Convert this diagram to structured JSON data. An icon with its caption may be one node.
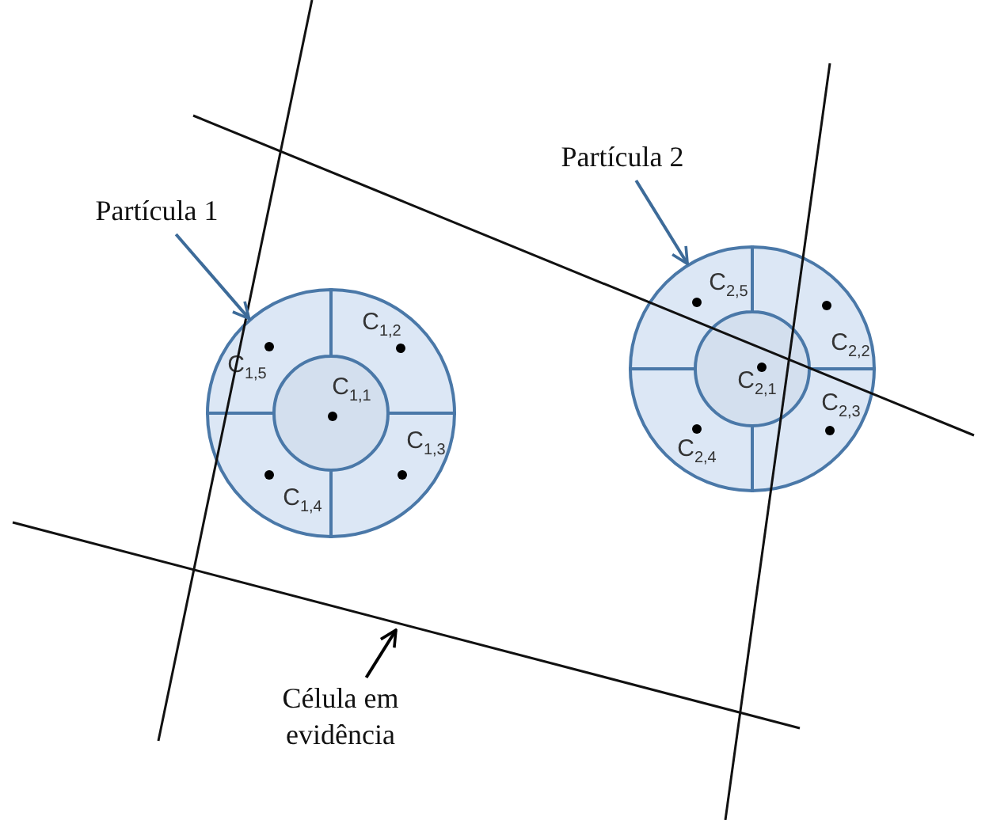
{
  "diagram": {
    "nodes": [
      {
        "text": [
          "Partícula 1"
        ]
      },
      {
        "text": [],
        "shape": "circle"
      },
      {
        "text": [
          "C$_{1,1}$"
        ],
        "in": 1
      },
      {
        "text": [
          "C$_{1,2}$"
        ],
        "in": 1
      },
      {
        "text": [
          "C$_{1,3}$"
        ],
        "in": 1
      },
      {
        "text": [
          "C$_{1,4}$"
        ],
        "in": 1
      },
      {
        "text": [
          "C$_{1,5}$"
        ],
        "in": 1
      },
      {
        "text": [
          "Partícula 2"
        ]
      },
      {
        "text": [],
        "shape": "circle"
      },
      {
        "text": [
          "C$_{2,1}$"
        ],
        "in": 8
      },
      {
        "text": [
          "C$_{2,2}$"
        ],
        "in": 8
      },
      {
        "text": [
          "C$_{2,3}$"
        ],
        "in": 8
      },
      {
        "text": [
          "C$_{2,4}$"
        ],
        "in": 8
      },
      {
        "text": [
          "C$_{2,5}$"
        ],
        "in": 8
      },
      {
        "text": [
          "Célula em evidência"
        ]
      }
    ],
    "edges": [
      {
        "from": 0,
        "to": 1,
        "arrow": "to"
      },
      {
        "from": 7,
        "to": 8,
        "arrow": "to"
      },
      {
        "from": 14,
        "to": null,
        "arrow": "to",
        "color": "#000000"
      }
    ]
  }
}
